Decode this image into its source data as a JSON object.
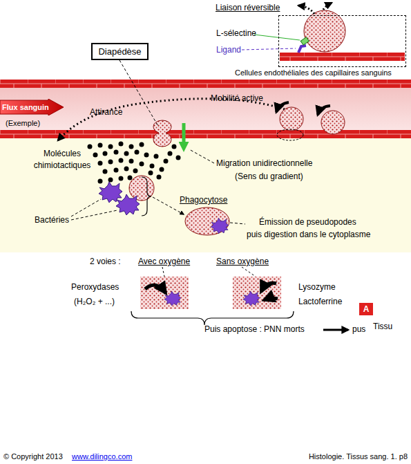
{
  "diagram": {
    "nodes": [
      {
        "text": [
          "Liaison réversible"
        ]
      },
      {
        "text": [
          "Diapédèse"
        ]
      },
      {
        "text": [
          "Flux sanguin",
          "(Exemple)"
        ]
      },
      {
        "text": [
          "Tissu"
        ]
      },
      {
        "text": [
          "A"
        ]
      }
    ],
    "labels": [
      "L-sélectine",
      "Ligand",
      "Cellules endothéliales des capillaires sanguins",
      "Attirance",
      "Mobilité active",
      "Molécules chimiotactiques",
      "Migration unidirectionnelle",
      "(Sens du gradient)",
      "Bactéries",
      "Phagocytose",
      "Émission de pseudopodes",
      "puis digestion dans le cytoplasme",
      "2 voies :",
      "Avec oxygène",
      "Sans oxygène",
      "Peroxydases",
      "(H₂O₂ + ...)",
      "Lysozyme",
      "Lactoferrine",
      "Puis apoptose : PNN morts",
      "pus",
      "© Copyright 2013",
      "www.dilingco.com",
      "Histologie. Tissus sang. 1. p8"
    ]
  }
}
